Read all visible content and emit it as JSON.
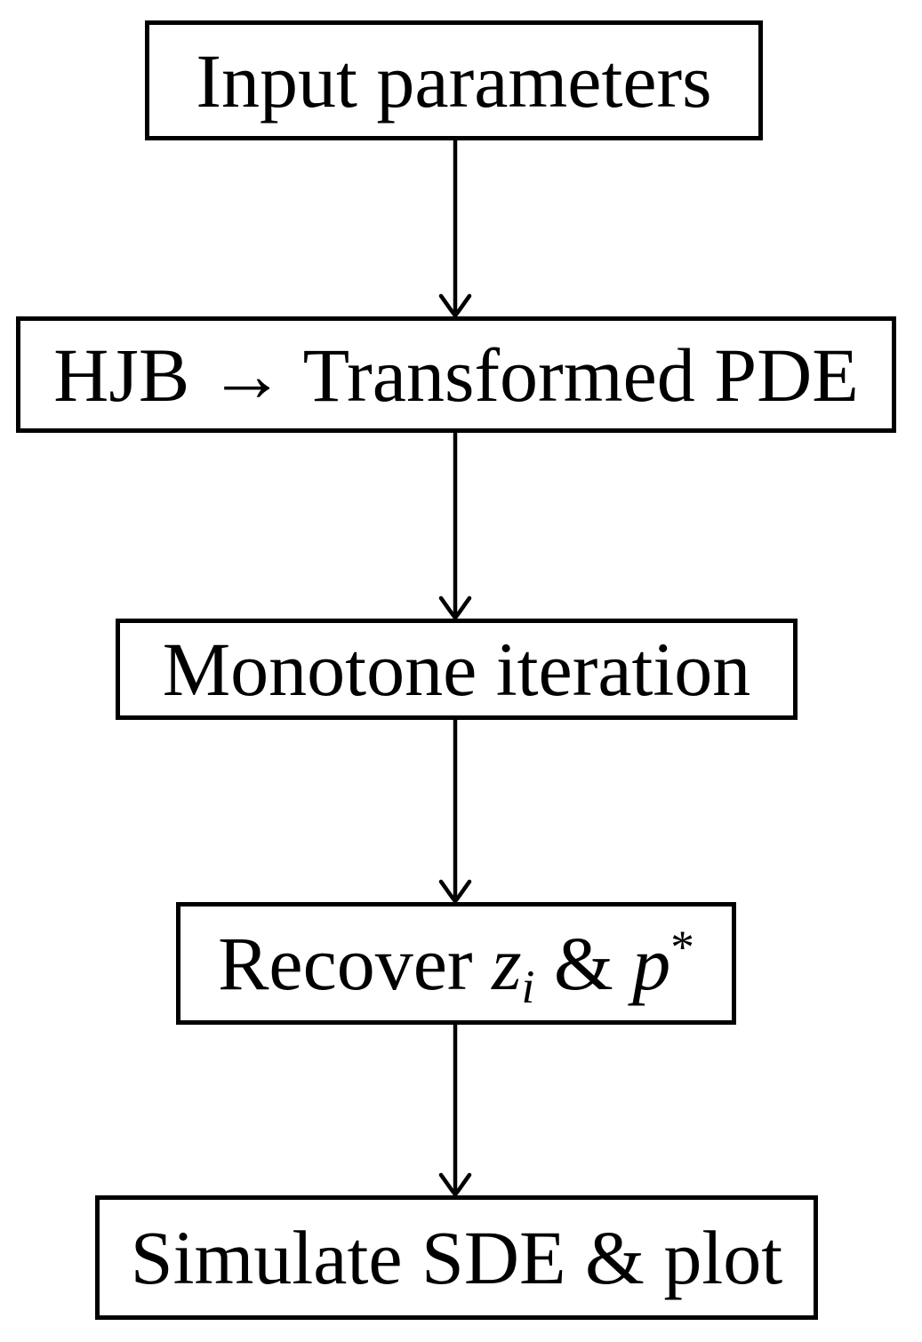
{
  "diagram": {
    "type": "flowchart",
    "direction": "top-down",
    "colors": {
      "background": "#ffffff",
      "box_border": "#000000",
      "text": "#000000",
      "arrow": "#000000"
    },
    "nodes": [
      {
        "id": "input-parameters",
        "label": "Input parameters"
      },
      {
        "id": "hjb-transformed-pde",
        "label": "HJB → Transformed PDE"
      },
      {
        "id": "monotone-iteration",
        "label": "Monotone iteration"
      },
      {
        "id": "recover-zi-pstar",
        "label": "Recover zi & p*",
        "parts": {
          "prefix": "Recover ",
          "var1": "z",
          "sub1": "i",
          "amp": " & ",
          "var2": "p",
          "sup2": "*"
        }
      },
      {
        "id": "simulate-sde-plot",
        "label": "Simulate SDE & plot"
      }
    ],
    "edges": [
      {
        "from": "input-parameters",
        "to": "hjb-transformed-pde"
      },
      {
        "from": "hjb-transformed-pde",
        "to": "monotone-iteration"
      },
      {
        "from": "monotone-iteration",
        "to": "recover-zi-pstar"
      },
      {
        "from": "recover-zi-pstar",
        "to": "simulate-sde-plot"
      }
    ]
  }
}
